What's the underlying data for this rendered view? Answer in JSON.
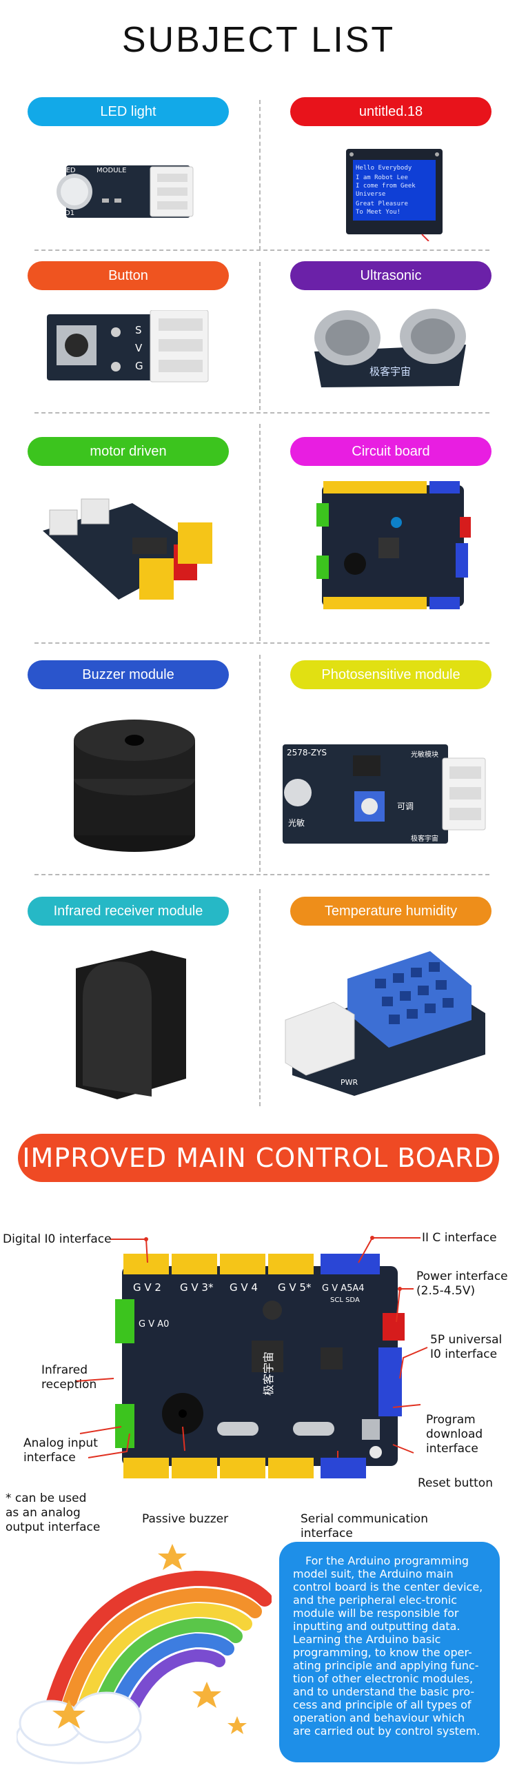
{
  "page_title": "SUBJECT LIST",
  "subjects": [
    {
      "label": "LED light",
      "color": "#12a9e8"
    },
    {
      "label": "untitled.18",
      "color": "#e8131b"
    },
    {
      "label": "Button",
      "color": "#ef5420"
    },
    {
      "label": "Ultrasonic",
      "color": "#6b21a8"
    },
    {
      "label": "motor driven",
      "color": "#3cc41e"
    },
    {
      "label": "Circuit board",
      "color": "#e81ee1"
    },
    {
      "label": "Buzzer module",
      "color": "#2a55cc"
    },
    {
      "label": "Photosensitive module",
      "color": "#e1e012"
    },
    {
      "label": "Infrared receiver module",
      "color": "#26b8c6"
    },
    {
      "label": "Temperature humidity",
      "color": "#ee8e1a"
    }
  ],
  "led_module": {
    "led": "LED",
    "module": "MODULE",
    "d1": "D1"
  },
  "oled_screen": {
    "lines": [
      "Hello Everybody",
      "I am Robot Lee",
      "I come from Geek",
      "Universe",
      "Great Pleasure",
      "To Meet You!"
    ]
  },
  "button_module": {
    "pins": [
      "S",
      "V",
      "G"
    ]
  },
  "ultrasonic_module": {
    "brand": "极客宇宙"
  },
  "photosensitive_module": {
    "model": "2578-ZYS",
    "left_text": "光敏",
    "right_text": "可调",
    "top_right": "光敏模块",
    "bottom_right": "极客宇宙"
  },
  "temperature_module": {
    "pwr": "PWR"
  },
  "board_banner": "IMPROVED MAIN CONTROL BOARD",
  "callouts": {
    "digital_io": "Digital I0 interface",
    "iic": "II C interface",
    "power": "Power interface\n(2.5-4.5V)",
    "universal": "5P universal\nI0 interface",
    "infrared": "Infrared\nreception",
    "analog": "Analog input\ninterface",
    "program": "Program\ndownload\ninterface",
    "reset": "Reset button",
    "analog_output": "* can be used\nas an analog\noutput interface",
    "buzzer": "Passive buzzer",
    "serial": "Serial communication\ninterface"
  },
  "board": {
    "top_labels": [
      "G V 2",
      "G V 3*",
      "G V 4",
      "G V 5*",
      "G V A5A4"
    ],
    "side_label": "G V A0",
    "sda": "SCL SDA",
    "brand": "极客宇宙"
  },
  "description": "For the Arduino programming model suit, the Arduino main control board is the center device, and the peripheral elec-tronic module will be responsible for inputting and outputting data. Learning the Arduino basic programming, to know the oper-ating principle and applying func-tion of other electronic modules, and to understand the basic pro-cess and principle of all types of operation and behaviour which are carried out by control system."
}
